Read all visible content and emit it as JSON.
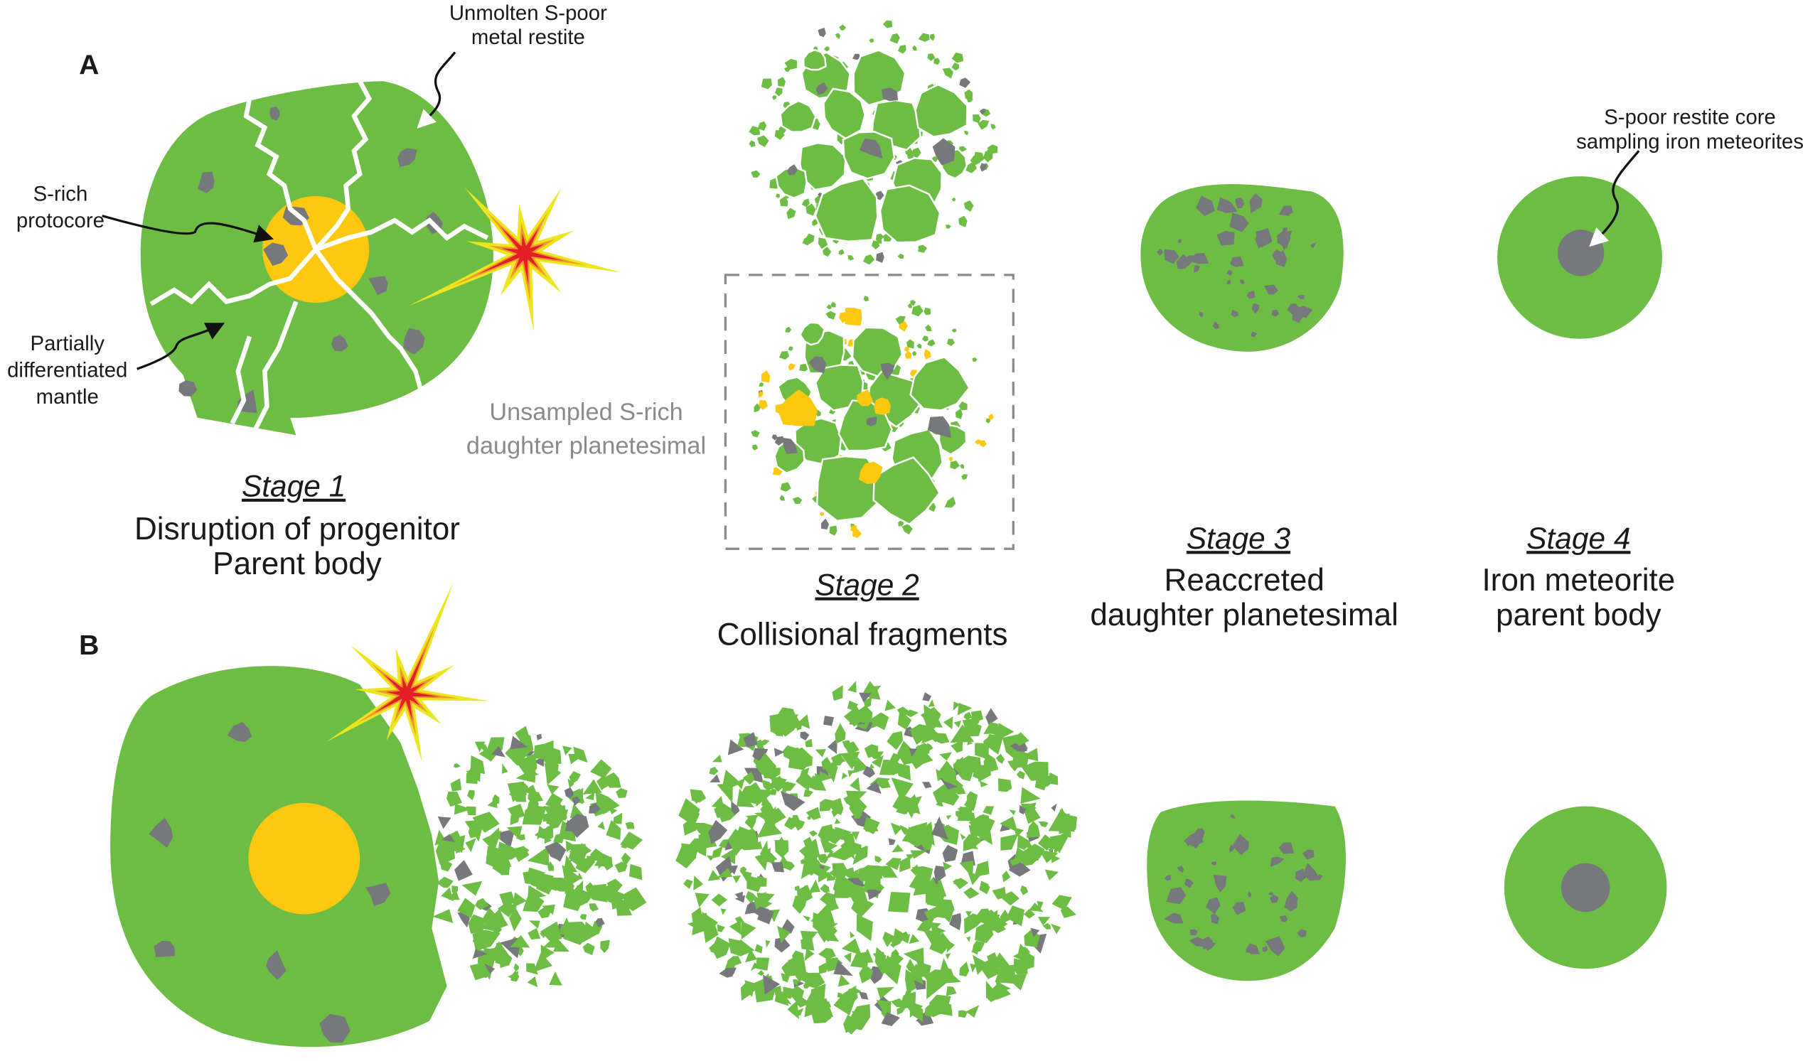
{
  "panels": {
    "a": "A",
    "b": "B"
  },
  "colors": {
    "mantle": "#6dbd45",
    "metal": "#77787b",
    "core": "#fdc80f",
    "impact_red": "#e31e24",
    "impact_orange": "#ef9a2c",
    "impact_yellow": "#ece61f",
    "muted_text": "#8a8a8c"
  },
  "annotations": {
    "restite": [
      "Unmolten S-poor",
      "metal restite"
    ],
    "protocore": [
      "S-rich",
      "protocore"
    ],
    "mantle": [
      "Partially",
      "differentiated",
      "mantle"
    ],
    "unsampled": [
      "Unsampled S-rich",
      "daughter planetesimal"
    ],
    "restite_core": [
      "S-poor restite core",
      "sampling iron meteorites"
    ]
  },
  "stages": [
    {
      "title": "Stage 1",
      "desc": [
        "Disruption of progenitor",
        "Parent body"
      ]
    },
    {
      "title": "Stage 2",
      "desc": [
        "Collisional fragments"
      ]
    },
    {
      "title": "Stage 3",
      "desc": [
        "Reaccreted",
        "daughter planetesimal"
      ]
    },
    {
      "title": "Stage 4",
      "desc": [
        "Iron meteorite",
        "parent body"
      ]
    }
  ]
}
